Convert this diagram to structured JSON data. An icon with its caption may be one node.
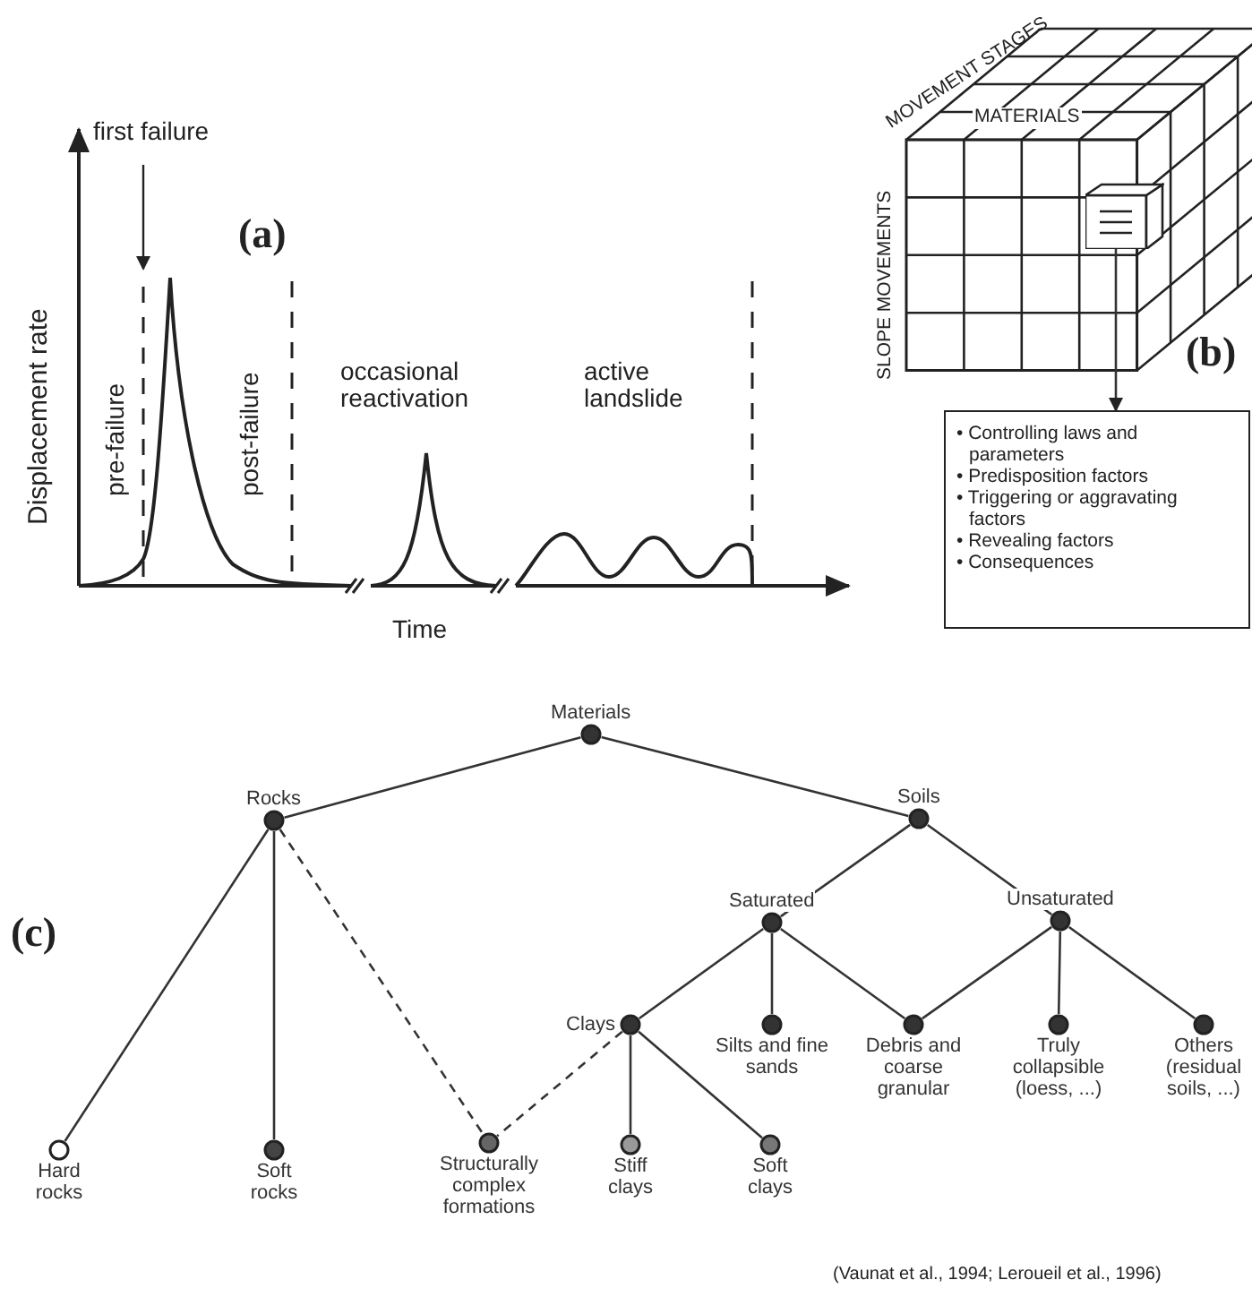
{
  "diagram": {
    "nodes": [
      {
        "text": [],
        "shape": "box"
      },
      {
        "text": [
          "• Controlling laws and parameters",
          "• Predisposition factors",
          "• Triggering or aggravating factors",
          "• Revealing factors",
          "• Consequences"
        ]
      },
      {
        "text": [
          "Materials"
        ]
      },
      {
        "text": [
          "Rocks"
        ]
      },
      {
        "text": [
          "Soils"
        ]
      },
      {
        "text": [
          "Saturated"
        ]
      },
      {
        "text": [
          "Unsaturated"
        ]
      },
      {
        "text": [
          "Clays"
        ]
      },
      {
        "text": [
          "Silts and fine sands"
        ]
      },
      {
        "text": [
          "Debris and coarse granular"
        ]
      },
      {
        "text": [
          "Truly collapsible (loess, ...)"
        ]
      },
      {
        "text": [
          "Others (residual soils, ...)"
        ]
      },
      {
        "text": [
          "Hard rocks"
        ]
      },
      {
        "text": [
          "Soft rocks"
        ]
      },
      {
        "text": [
          "Structurally complex formations"
        ]
      },
      {
        "text": [
          "Stiff clays"
        ]
      },
      {
        "text": [
          "Soft clays"
        ]
      }
    ],
    "edges": [
      {
        "from": 0,
        "to": 1,
        "arrow": "to"
      },
      {
        "from": 2,
        "to": 3,
        "arrow": "none"
      },
      {
        "from": 2,
        "to": 4,
        "arrow": "none"
      },
      {
        "from": 3,
        "to": 12,
        "arrow": "none"
      },
      {
        "from": 3,
        "to": 13,
        "arrow": "none"
      },
      {
        "from": 3,
        "to": 14,
        "arrow": "none",
        "style": "dashed"
      },
      {
        "from": 4,
        "to": 5,
        "arrow": "none"
      },
      {
        "from": 4,
        "to": 6,
        "arrow": "none"
      },
      {
        "from": 5,
        "to": 7,
        "arrow": "none"
      },
      {
        "from": 5,
        "to": 8,
        "arrow": "none"
      },
      {
        "from": 5,
        "to": 9,
        "arrow": "none"
      },
      {
        "from": 6,
        "to": 9,
        "arrow": "none"
      },
      {
        "from": 6,
        "to": 10,
        "arrow": "none"
      },
      {
        "from": 6,
        "to": 11,
        "arrow": "none"
      },
      {
        "from": 7,
        "to": 14,
        "arrow": "none",
        "style": "dashed"
      },
      {
        "from": 7,
        "to": 15,
        "arrow": "none"
      },
      {
        "from": 7,
        "to": 16,
        "arrow": "none"
      }
    ],
    "labels": [
      "first failure",
      "(a)",
      "Displacement rate",
      "pre-failure",
      "post-failure",
      "occasional reactivation",
      "active landslide",
      "Time",
      "MOVEMENT STAGES",
      "MATERIALS",
      "SLOPE MOVEMENTS",
      "(b)",
      "(c)",
      "(Vaunat et al., 1994; Leroueil et al., 1996)"
    ]
  }
}
